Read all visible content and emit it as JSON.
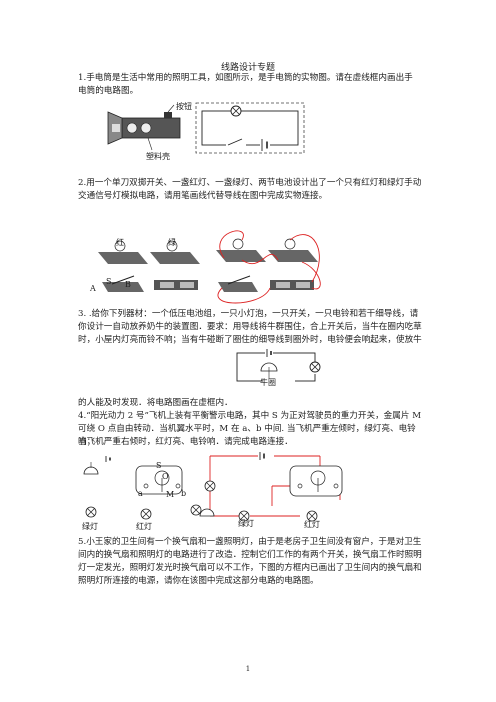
{
  "title": "线路设计专题",
  "q1": {
    "line1": "1.手电筒是生活中常用的照明工具，如图所示，是手电筒的实物图。请在虚线框内画出手",
    "line2": "电筒的电路图。",
    "label_button": "按钮",
    "label_shell": "塑料壳"
  },
  "q2": {
    "line1": "2.用一个单刀双掷开关、一盏红灯、一盏绿灯、两节电池设计出了一个只有红灯和绿灯手动",
    "line2": "交通信号灯模拟电路，请用笔画线代替导线在图中完成实物连接。",
    "label_red": "红",
    "label_green": "绿",
    "label_A": "A",
    "label_S": "S",
    "label_B": "B"
  },
  "q3": {
    "line1": "3. .给你下列器材：一个低压电池组，一只小灯泡，一只开关，一只电铃和若干细导线，请",
    "line2": "你设计一自动放养奶牛的装置图．要求：用导线将牛群围住，合上开关后，当牛在圈内吃草",
    "line3": "时，小屋内灯亮而铃不响；当有牛碰断了圈住的细导线到圈外时，电铃便会响起来，使放牛",
    "line4": "的人能及时发现．将电路图画在虚框内．",
    "label_pen": "牛圈"
  },
  "q4": {
    "line1": "4.“阳光动力 2 号”飞机上装有平衡警示电路，其中 S 为正对驾驶员的重力开关，金属片 M",
    "line2": "可绕 O 点自由转动．当机翼水平时，M 在 a、b 中间. 当飞机严重左倾时，绿灯亮、电铃响；",
    "line3": "当飞机严重右倾时，红灯亮、电铃响．请完成电路连接．",
    "label_green_lamp": "绿灯",
    "label_red_lamp": "红灯",
    "label_green_lamp2": "绿灯",
    "label_red_lamp2": "红灯",
    "label_S": "S",
    "label_O": "O",
    "label_M": "M",
    "label_a": "a",
    "label_b": "b"
  },
  "q5": {
    "line1": "5.小王家的卫生间有一个换气扇和一盏照明灯，由于是老房子卫生间没有窗户，于是对卫生",
    "line2": "间内的换气扇和照明灯的电路进行了改造．控制它们工作的有两个开关，换气扇工作时照明",
    "line3": "灯一定发光，照明灯发光时换气扇可以不工作，下图的方框内已画出了卫生间内的换气扇和",
    "line4": "照明灯所连接的电源，请你在该图中完成这部分电路的电路图。"
  },
  "page_number": "1"
}
